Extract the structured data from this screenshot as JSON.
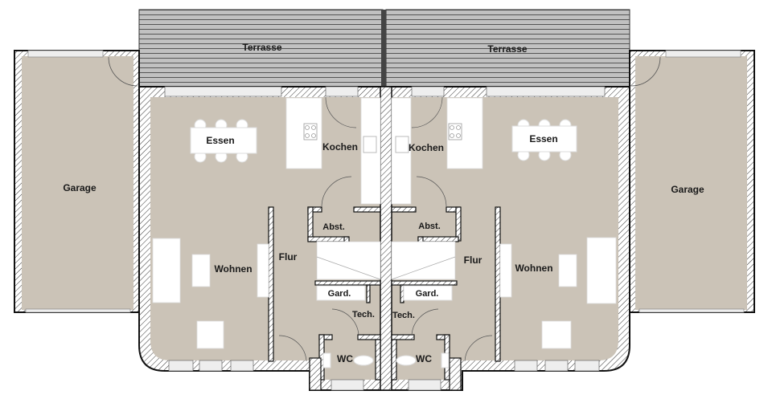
{
  "plan": {
    "colors": {
      "floor": "#cbc3b7",
      "terrace": "#c1c1c1",
      "terrace_lines": "#555555",
      "wall": "#111111",
      "furniture": "#ffffff",
      "background": "#ffffff"
    },
    "left_unit": {
      "terrace": "Terrasse",
      "garage": "Garage",
      "dining": "Essen",
      "kitchen": "Kochen",
      "storage": "Abst.",
      "hall": "Flur",
      "living": "Wohnen",
      "wardrobe": "Gard.",
      "technical": "Tech.",
      "toilet": "WC"
    },
    "right_unit": {
      "terrace": "Terrasse",
      "garage": "Garage",
      "dining": "Essen",
      "kitchen": "Kochen",
      "storage": "Abst.",
      "hall": "Flur",
      "living": "Wohnen",
      "wardrobe": "Gard.",
      "technical": "Tech.",
      "toilet": "WC"
    }
  }
}
